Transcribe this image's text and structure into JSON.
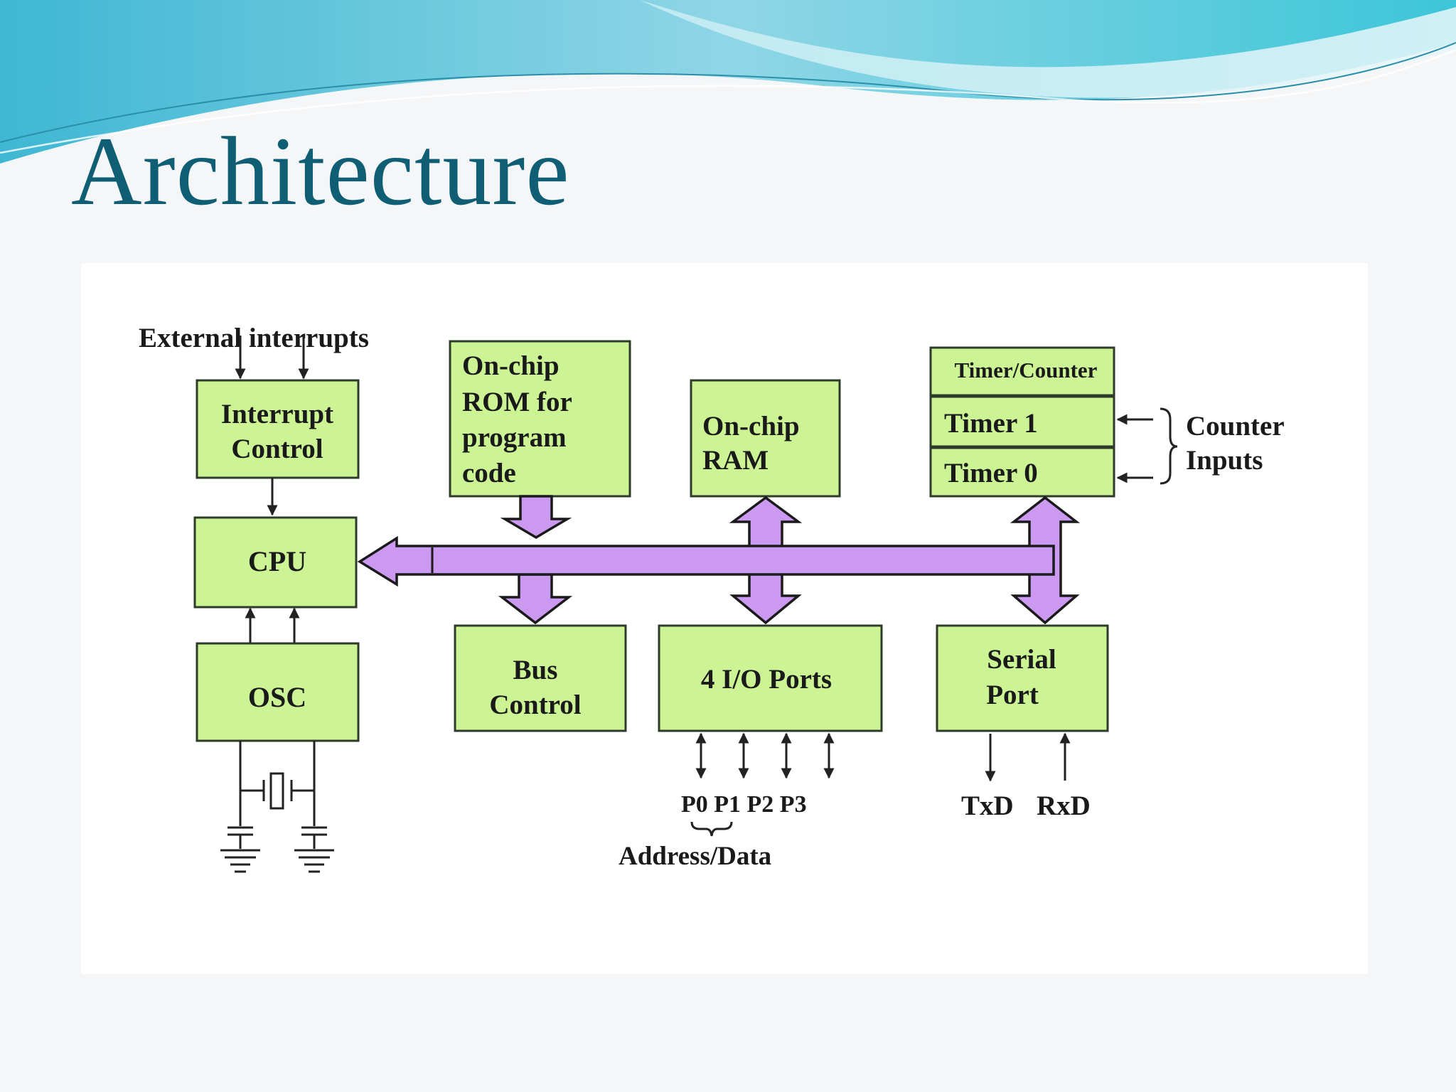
{
  "slide": {
    "title": "Architecture"
  },
  "colors": {
    "title": "#0f5e74",
    "block_fill": "#ccf494",
    "bus_fill": "#cc99f0",
    "banner": "#5ec3d8"
  },
  "diagram": {
    "external_interrupts": "External interrupts",
    "interrupt_control": [
      "Interrupt",
      "Control"
    ],
    "cpu": "CPU",
    "osc": "OSC",
    "rom": [
      "On-chip",
      "ROM for",
      "program",
      "code"
    ],
    "ram": [
      "On-chip",
      "RAM"
    ],
    "timer_counter": "Timer/Counter",
    "timer1": "Timer 1",
    "timer0": "Timer 0",
    "counter_inputs": [
      "Counter",
      "Inputs"
    ],
    "bus_control": [
      "Bus",
      "Control"
    ],
    "io_ports": "4 I/O Ports",
    "serial_port": [
      "Serial",
      "Port"
    ],
    "ports": "P0 P1 P2 P3",
    "address_data": "Address/Data",
    "txd": "TxD",
    "rxd": "RxD"
  }
}
